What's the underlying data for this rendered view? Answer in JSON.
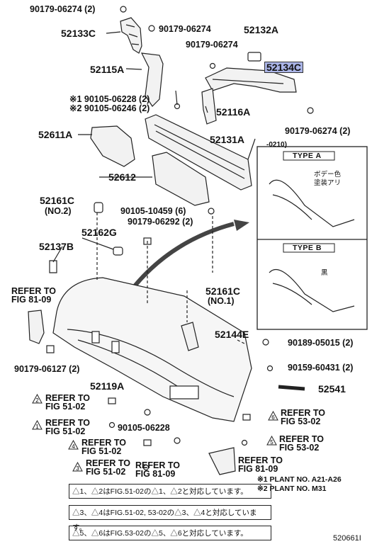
{
  "labels": {
    "p_90179_06274_top": "90179-06274 (2)",
    "p_52133C": "52133C",
    "p_90179_06274_b": "90179-06274",
    "p_52132A": "52132A",
    "p_90179_06274_c": "90179-06274",
    "p_52134C": "52134C",
    "p_52115A": "52115A",
    "p_note1": "※1 90105-06228 (2)",
    "p_note2": "※2 90105-06246 (2)",
    "p_52116A": "52116A",
    "p_52611A": "52611A",
    "p_90179_06274_d": "90179-06274 (2)",
    "p_52131A": "52131A",
    "p_52612": "52612",
    "p_52161C_2": "52161C",
    "p_no2": "(NO.2)",
    "p_90105_10459": "90105-10459 (6)",
    "p_90179_06292": "90179-06292 (2)",
    "p_52162G": "52162G",
    "p_52137B": "52137B",
    "p_refer_8109_a": "REFER TO",
    "p_fig_8109_a": "FIG 81-09",
    "p_52161C_1": "52161C",
    "p_no1": "(NO.1)",
    "p_52144E": "52144E",
    "p_90189_05015": "90189-05015 (2)",
    "p_90179_06127": "90179-06127 (2)",
    "p_90159_60431": "90159-60431 (2)",
    "p_52119A": "52119A",
    "p_52541": "52541",
    "p_90105_06228": "90105-06228"
  },
  "refs": [
    {
      "num": "2",
      "shape": "triangle",
      "line1": "REFER TO",
      "line2": "FIG 51-02"
    },
    {
      "num": "1",
      "shape": "triangle",
      "line1": "REFER TO",
      "line2": "FIG 51-02"
    },
    {
      "num": "4",
      "shape": "triangle",
      "line1": "REFER TO",
      "line2": "FIG 51-02"
    },
    {
      "num": "3",
      "shape": "triangle",
      "line1": "REFER TO",
      "line2": "FIG 51-02"
    },
    {
      "num": "6",
      "shape": "triangle",
      "line1": "REFER TO",
      "line2": "FIG 53-02"
    },
    {
      "num": "5",
      "shape": "triangle",
      "line1": "REFER TO",
      "line2": "FIG 53-02"
    },
    {
      "num": "",
      "shape": "none",
      "line1": "REFER TO",
      "line2": "FIG 81-09"
    },
    {
      "num": "",
      "shape": "none",
      "line1": "REFER TO",
      "line2": "FIG 81-09"
    }
  ],
  "inset": {
    "date_code": "-0210)",
    "type_a": "TYPE A",
    "type_b": "TYPE B",
    "jp_a1": "ボデー色",
    "jp_a2": "塗装アリ",
    "jp_b": "黒"
  },
  "plants": {
    "p1": "※1 PLANT NO. A21-A26",
    "p2": "※2 PLANT NO. M31"
  },
  "notes": [
    {
      "nums": [
        "1",
        "2"
      ],
      "text": "はFIG.51-02の",
      "after": "と対応しています。"
    },
    {
      "nums": [
        "3",
        "4"
      ],
      "text": "はFIG.51-02, 53-02の",
      "after": "と対応しています。"
    },
    {
      "nums": [
        "5",
        "6"
      ],
      "text": "はFIG.53-02の",
      "after": "と対応しています。"
    }
  ],
  "figure_code": "520661I"
}
